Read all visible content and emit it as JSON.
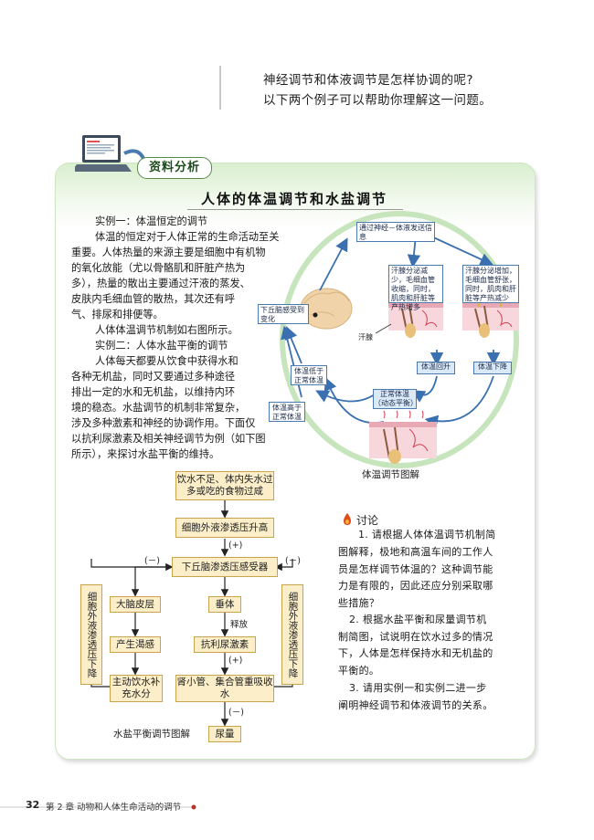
{
  "intro": {
    "line1": "神经调节和体液调节是怎样协调的呢?",
    "line2": "以下两个例子可以帮助你理解这一问题。"
  },
  "section_tag": "资料分析",
  "title": "人体的体温调节和水盐调节",
  "text_lines": [
    "实例一：体温恒定的调节",
    "体温的恒定对于人体正常的生命活动至关",
    "重要。人体热量的来源主要是细胞中有机物",
    "的氧化放能（尤以骨骼肌和肝脏产热为",
    "多），热量的散出主要通过汗液的蒸发、",
    "皮肤内毛细血管的散热，其次还有呼",
    "气、排尿和排便等。",
    "人体体温调节机制如右图所示。",
    "实例二：人体水盐平衡的调节",
    "人体每天都要从饮食中获得水和",
    "各种无机盐，同时又要通过多种途径",
    "排出一定的水和无机盐，以维持内环",
    "境的稳态。水盐调节的机制非常复杂，",
    "涉及多种激素和神经的协调作用。下面仅",
    "以抗利尿激素及相关神经调节为例（如下图",
    "所示），来探讨水盐平衡的维持。"
  ],
  "temp_diagram": {
    "nerve_box": "通过神经－体液发送信息",
    "hypothalamus_box": "下丘脑感受到变化",
    "heat_low_box": "汗腺分泌减少，毛细血管收缩，同时，肌肉和肝脏等产热增多",
    "heat_high_box": "汗腺分泌增加，毛细血管舒张，同时，肌肉和肝脏等产热减少",
    "sweat_label": "汗腺",
    "rise_box": "体温回升",
    "fall_box": "体温下降",
    "below_box": "体温低于正常体温",
    "above_box": "体温高于正常体温",
    "normal_box": "正常体温（动态平衡）",
    "caption": "体温调节图解"
  },
  "water_diagram": {
    "top": "饮水不足、体内失水过多或吃的食物过咸",
    "osmotic_rise": "细胞外液渗透压升高",
    "plus1": "(+)",
    "receptor": "下丘脑渗透压感受器",
    "minus_left": "(－)",
    "minus_right": "(－)",
    "left_vertical": "细胞外液渗透压下降",
    "right_vertical": "细胞外液渗透压下降",
    "cortex": "大脑皮层",
    "pituitary": "垂体",
    "release": "释放",
    "thirst": "产生渴感",
    "adh": "抗利尿激素",
    "plus2": "(+)",
    "drink": "主动饮水补充水分",
    "tubule": "肾小管、集合管重吸收水",
    "minus3": "(－)",
    "urine": "尿量",
    "caption": "水盐平衡调节图解"
  },
  "discussion": {
    "heading": "讨论",
    "lines": [
      "1. 请根据人体体温调节机制简",
      "图解释，极地和高温车间的工作人",
      "员是怎样调节体温的？这种调节能",
      "力是有限的，因此还应分别采取哪",
      "些措施？",
      "2. 根据水盐平衡和尿量调节机",
      "制简图，试说明在饮水过多的情况",
      "下，人体是怎样保持水和无机盐的",
      "平衡的。",
      "3. 请用实例一和实例二进一步",
      "阐明神经调节和体液调节的关系。"
    ]
  },
  "footer": {
    "page_number": "32",
    "chapter": "第 2 章  动物和人体生命活动的调节"
  },
  "colors": {
    "card_green": "#d9efcf",
    "box_yellow": "#fbeec8",
    "arrow_blue": "#3a6fb0",
    "footer_red": "#b8342a"
  }
}
